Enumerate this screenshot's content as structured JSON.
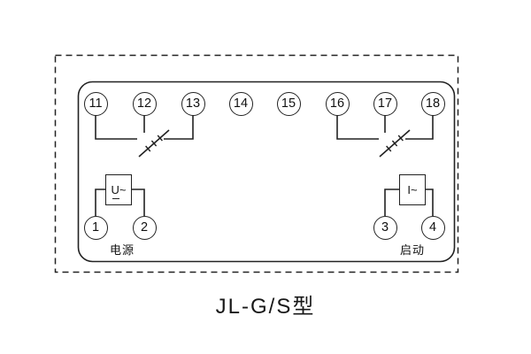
{
  "title": "JL-G/S型",
  "terminals": {
    "top": [
      "11",
      "12",
      "13",
      "14",
      "15",
      "16",
      "17",
      "18"
    ],
    "bottom_left": [
      "1",
      "2"
    ],
    "bottom_right": [
      "3",
      "4"
    ]
  },
  "components": {
    "voltage_element": "U~",
    "current_element": "I~"
  },
  "labels": {
    "power": "电源",
    "start": "启动"
  },
  "colors": {
    "line": "#222222",
    "background": "#ffffff"
  }
}
